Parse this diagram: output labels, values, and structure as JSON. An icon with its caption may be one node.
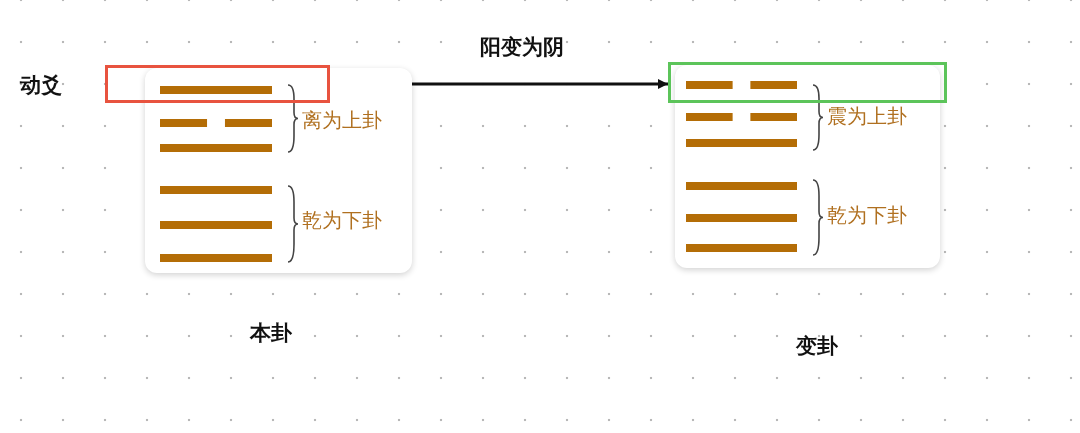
{
  "diagram": {
    "nodes": [
      {
        "text": [
          "离为上卦",
          "乾为下卦"
        ],
        "beside": [
          "本卦"
        ]
      },
      {
        "text": [],
        "shape": "box",
        "beside": [
          "动爻"
        ]
      },
      {
        "text": [
          "震为上卦",
          "乾为下卦"
        ],
        "beside": [
          "变卦"
        ]
      },
      {
        "text": [],
        "shape": "box"
      }
    ],
    "edges": [
      {
        "from": 0,
        "to": 3,
        "arrow": "to",
        "label": "阳变为阴"
      }
    ]
  }
}
